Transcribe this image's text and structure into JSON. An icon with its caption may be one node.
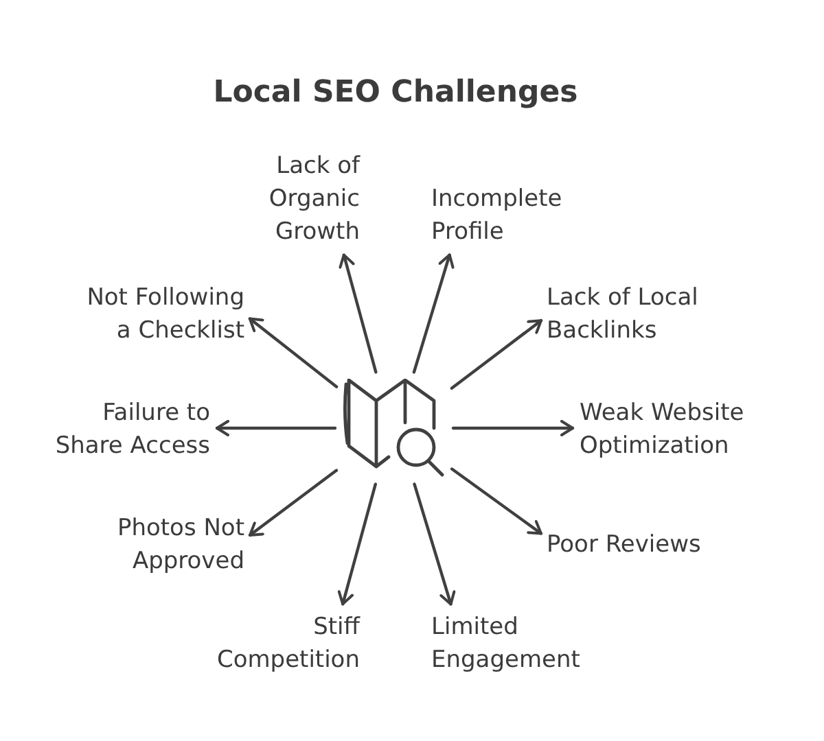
{
  "diagram": {
    "title": "Local SEO Challenges",
    "nodes": [
      {
        "text": [],
        "shape": "map"
      },
      {
        "text": [
          "Lack of Organic Growth"
        ]
      },
      {
        "text": [
          "Incomplete Profile"
        ]
      },
      {
        "text": [
          "Not Following a Checklist"
        ]
      },
      {
        "text": [
          "Lack of Local Backlinks"
        ]
      },
      {
        "text": [
          "Failure to Share Access"
        ]
      },
      {
        "text": [
          "Weak Website Optimization"
        ]
      },
      {
        "text": [
          "Photos Not Approved"
        ]
      },
      {
        "text": [
          "Poor Reviews"
        ]
      },
      {
        "text": [
          "Stiff Competition"
        ]
      },
      {
        "text": [
          "Limited Engagement"
        ]
      }
    ],
    "edges": [
      {
        "from": 0,
        "to": 1,
        "arrow": "to"
      },
      {
        "from": 0,
        "to": 2,
        "arrow": "to"
      },
      {
        "from": 0,
        "to": 3,
        "arrow": "to"
      },
      {
        "from": 0,
        "to": 4,
        "arrow": "to"
      },
      {
        "from": 0,
        "to": 5,
        "arrow": "to"
      },
      {
        "from": 0,
        "to": 6,
        "arrow": "to"
      },
      {
        "from": 0,
        "to": 7,
        "arrow": "to"
      },
      {
        "from": 0,
        "to": 8,
        "arrow": "to"
      },
      {
        "from": 0,
        "to": 9,
        "arrow": "to"
      },
      {
        "from": 0,
        "to": 10,
        "arrow": "to"
      }
    ]
  }
}
